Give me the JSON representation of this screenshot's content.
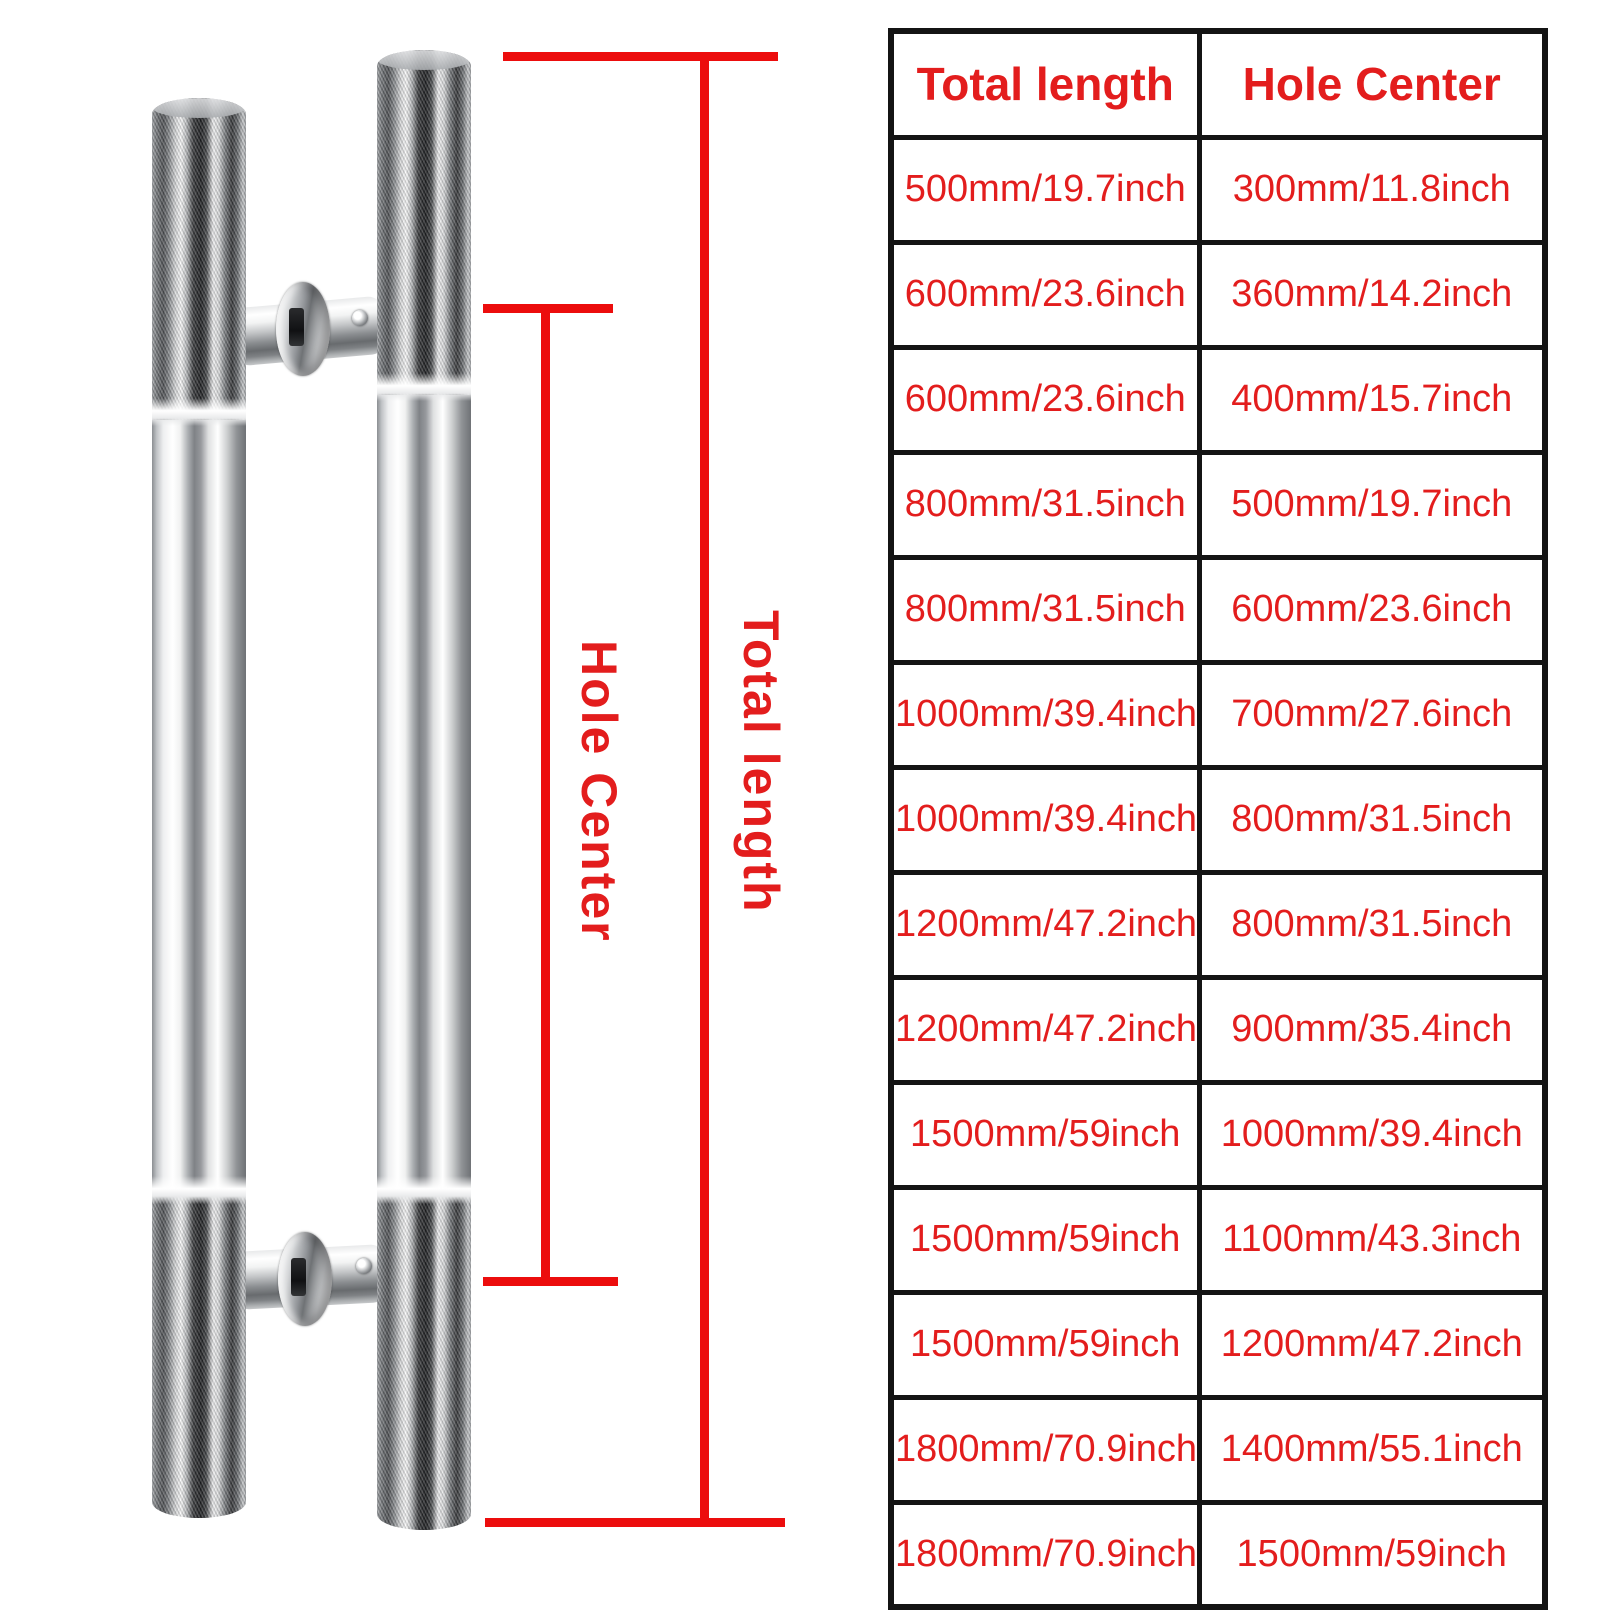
{
  "diagram": {
    "hole_center_label": "Hole Center",
    "total_length_label": "Total length"
  },
  "table": {
    "headers": [
      "Total length",
      "Hole Center"
    ],
    "rows": [
      [
        "500mm/19.7inch",
        "300mm/11.8inch"
      ],
      [
        "600mm/23.6inch",
        "360mm/14.2inch"
      ],
      [
        "600mm/23.6inch",
        "400mm/15.7inch"
      ],
      [
        "800mm/31.5inch",
        "500mm/19.7inch"
      ],
      [
        "800mm/31.5inch",
        "600mm/23.6inch"
      ],
      [
        "1000mm/39.4inch",
        "700mm/27.6inch"
      ],
      [
        "1000mm/39.4inch",
        "800mm/31.5inch"
      ],
      [
        "1200mm/47.2inch",
        "800mm/31.5inch"
      ],
      [
        "1200mm/47.2inch",
        "900mm/35.4inch"
      ],
      [
        "1500mm/59inch",
        "1000mm/39.4inch"
      ],
      [
        "1500mm/59inch",
        "1100mm/43.3inch"
      ],
      [
        "1500mm/59inch",
        "1200mm/47.2inch"
      ],
      [
        "1800mm/70.9inch",
        "1400mm/55.1inch"
      ],
      [
        "1800mm/70.9inch",
        "1500mm/59inch"
      ]
    ]
  },
  "colors": {
    "red_text": "#e31d1d",
    "red_line": "#ec0d0d",
    "tbl_border": "#141414"
  }
}
